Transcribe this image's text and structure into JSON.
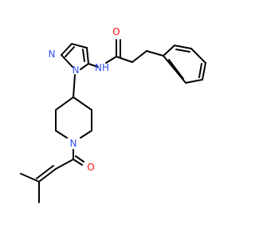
{
  "molecule": {
    "atoms": [
      {
        "id": "o-amide",
        "label": "O",
        "color": "#ff0d0d"
      },
      {
        "id": "n-amide",
        "label": "NH",
        "color": "#3050f8"
      },
      {
        "id": "n-pyrazole-2",
        "label": "N",
        "color": "#3050f8"
      },
      {
        "id": "n-pyrazole-1",
        "label": "N",
        "color": "#3050f8"
      },
      {
        "id": "n-piperidine",
        "label": "N",
        "color": "#3050f8"
      },
      {
        "id": "o-acyl",
        "label": "O",
        "color": "#ff0d0d"
      }
    ]
  }
}
